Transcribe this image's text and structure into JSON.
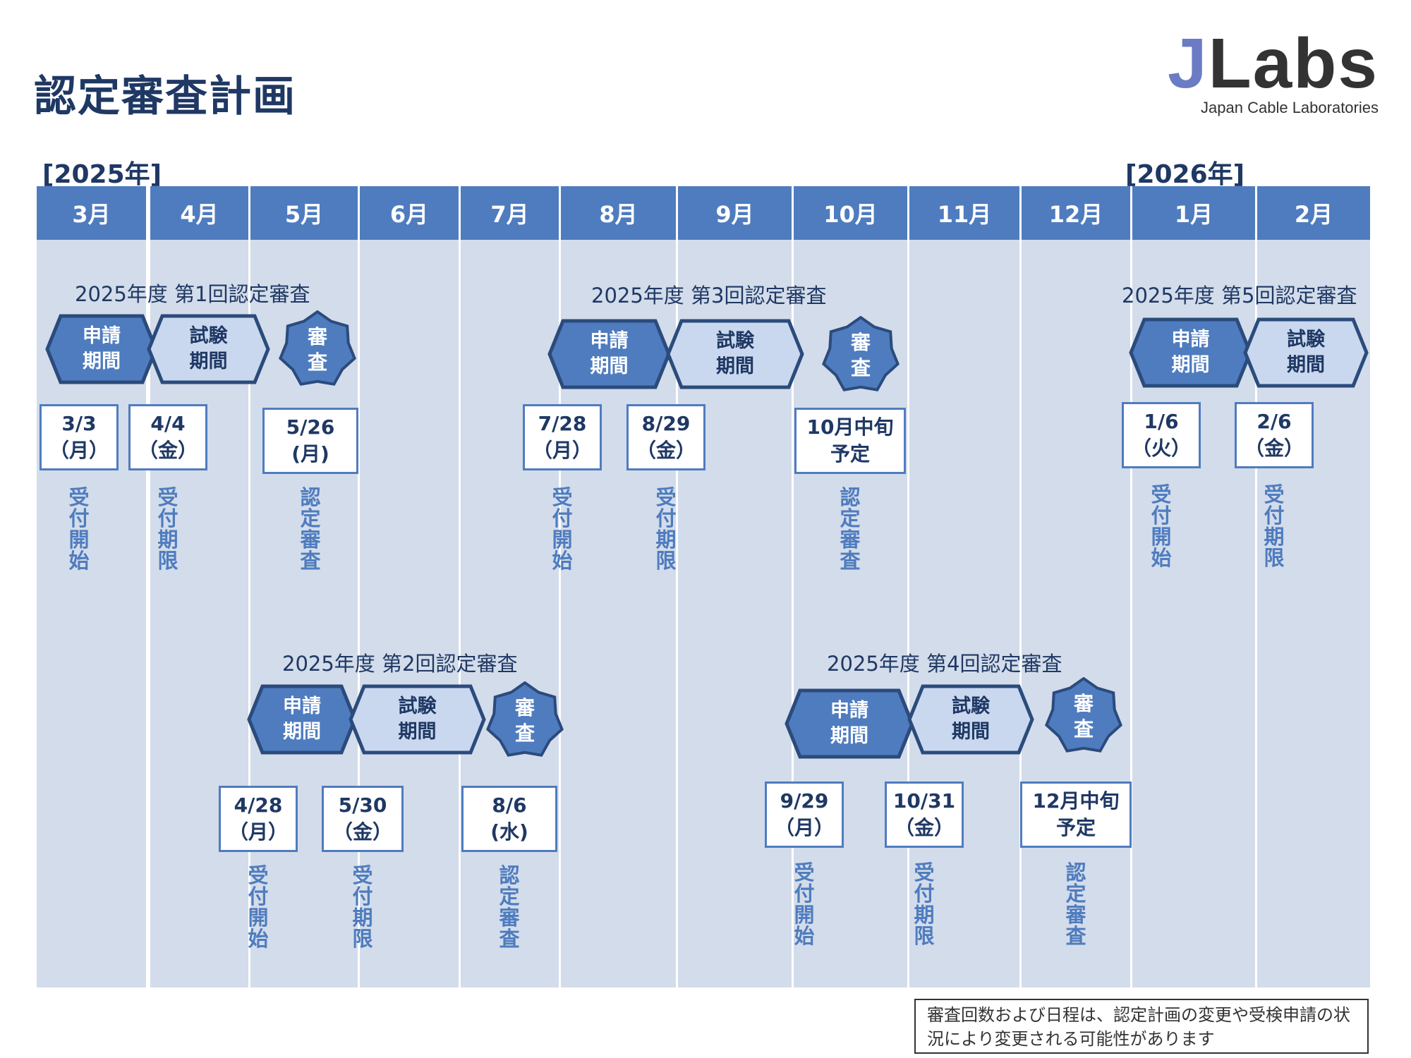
{
  "title": "認定審査計画",
  "logo": {
    "main_j": "J",
    "main_rest": "Labs",
    "sub": "Japan Cable Laboratories"
  },
  "years": {
    "start": "[2025年]",
    "end": "[2026年]"
  },
  "months": [
    "3月",
    "4月",
    "5月",
    "6月",
    "7月",
    "8月",
    "9月",
    "10月",
    "11月",
    "12月",
    "1月",
    "2月"
  ],
  "events": [
    {
      "title": "2025年度 第1回認定審査",
      "phases": [
        "申請\n期間",
        "試験\n期間",
        "審\n査"
      ],
      "dates": [
        {
          "date": "3/3\n（月）",
          "label": "受付開始"
        },
        {
          "date": "4/4\n（金）",
          "label": "受付期限"
        },
        {
          "date": "5/26\n(月)",
          "label": "認定審査"
        }
      ]
    },
    {
      "title": "2025年度 第2回認定審査",
      "phases": [
        "申請\n期間",
        "試験\n期間",
        "審\n査"
      ],
      "dates": [
        {
          "date": "4/28\n（月）",
          "label": "受付開始"
        },
        {
          "date": "5/30\n（金）",
          "label": "受付期限"
        },
        {
          "date": "8/6\n(水)",
          "label": "認定審査"
        }
      ]
    },
    {
      "title": "2025年度 第3回認定審査",
      "phases": [
        "申請\n期間",
        "試験\n期間",
        "審\n査"
      ],
      "dates": [
        {
          "date": "7/28\n（月）",
          "label": "受付開始"
        },
        {
          "date": "8/29\n（金）",
          "label": "受付期限"
        },
        {
          "date": "10月中旬\n予定",
          "label": "認定審査"
        }
      ]
    },
    {
      "title": "2025年度 第4回認定審査",
      "phases": [
        "申請\n期間",
        "試験\n期間",
        "審\n査"
      ],
      "dates": [
        {
          "date": "9/29\n（月）",
          "label": "受付開始"
        },
        {
          "date": "10/31\n（金）",
          "label": "受付期限"
        },
        {
          "date": "12月中旬\n予定",
          "label": "認定審査"
        }
      ]
    },
    {
      "title": "2025年度 第5回認定審査",
      "phases": [
        "申請\n期間",
        "試験\n期間"
      ],
      "dates": [
        {
          "date": "1/6\n（火）",
          "label": "受付開始"
        },
        {
          "date": "2/6\n（金）",
          "label": "受付期限"
        }
      ]
    }
  ],
  "note": "審査回数および日程は、認定計画の変更や受検申請の状況により変更される可能性があります",
  "colors": {
    "header": "#4F7CBF",
    "dark_shape": "#4F7CBF",
    "light_shape": "#C9D8EE",
    "outline": "#2B4B7C",
    "column_bg": "#D3DCEA",
    "text_dark": "#1F3864"
  }
}
